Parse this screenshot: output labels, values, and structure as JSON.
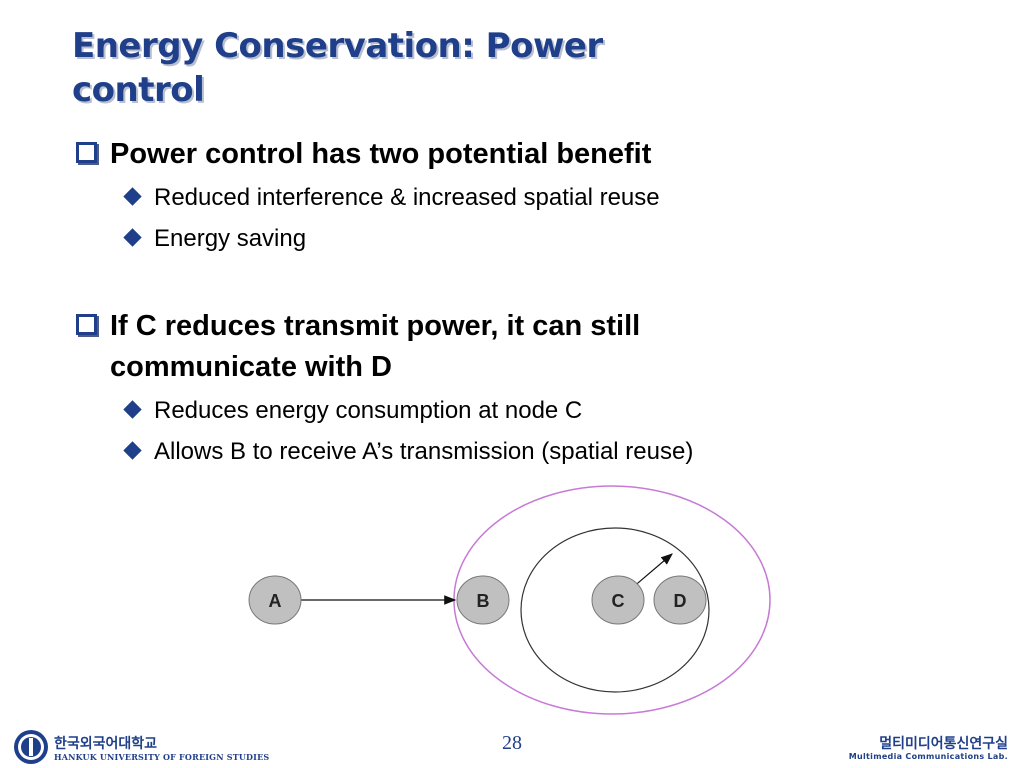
{
  "slide": {
    "title": "Energy Conservation: Power control",
    "page_number": "28"
  },
  "bullets": [
    {
      "text": "Power control has two potential benefit",
      "sub": [
        "Reduced interference & increased spatial reuse",
        "Energy saving"
      ]
    },
    {
      "text": " If C reduces transmit power, it can still communicate with D",
      "sub": [
        "Reduces energy consumption at node C",
        "Allows B to receive A’s transmission (spatial reuse)"
      ]
    }
  ],
  "diagram": {
    "nodes": [
      "A",
      "B",
      "C",
      "D"
    ],
    "colors": {
      "node_fill": "#c0c0c0",
      "outer_range": "#c77ad6",
      "inner_range": "#333333"
    }
  },
  "footer": {
    "university_korean": "한국외국어대학교",
    "university_english": "HANKUK UNIVERSITY OF FOREIGN STUDIES",
    "lab_korean": "멀티미디어통신연구실",
    "lab_english": "Multimedia Communications Lab."
  }
}
